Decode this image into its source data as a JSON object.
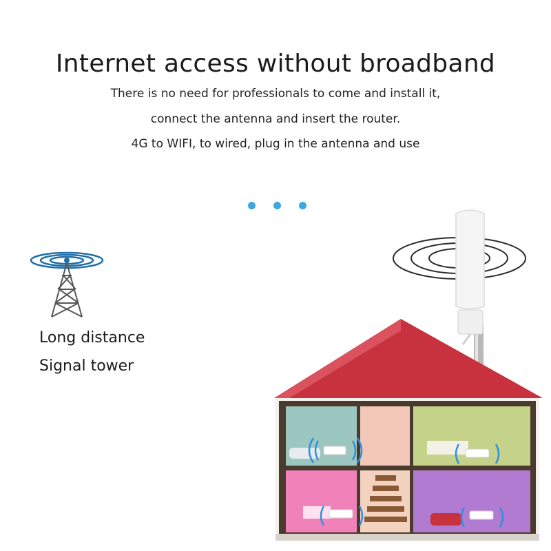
{
  "headline": "Internet access without broadband",
  "subtitle_lines": [
    "There is no need for professionals to come and install it,",
    "connect the antenna and insert the router.",
    "4G to WIFI, to wired, plug in the antenna and use"
  ],
  "tower_label": {
    "line1": "Long distance",
    "line2": "Signal tower"
  },
  "colors": {
    "accent_dot": "#3aa9e0",
    "roof": "#c8323f",
    "signal_rings": "#1f6fa8"
  },
  "icons": {
    "tower": "signal-tower-icon",
    "antenna": "antenna-icon",
    "house": "house-illustration"
  }
}
